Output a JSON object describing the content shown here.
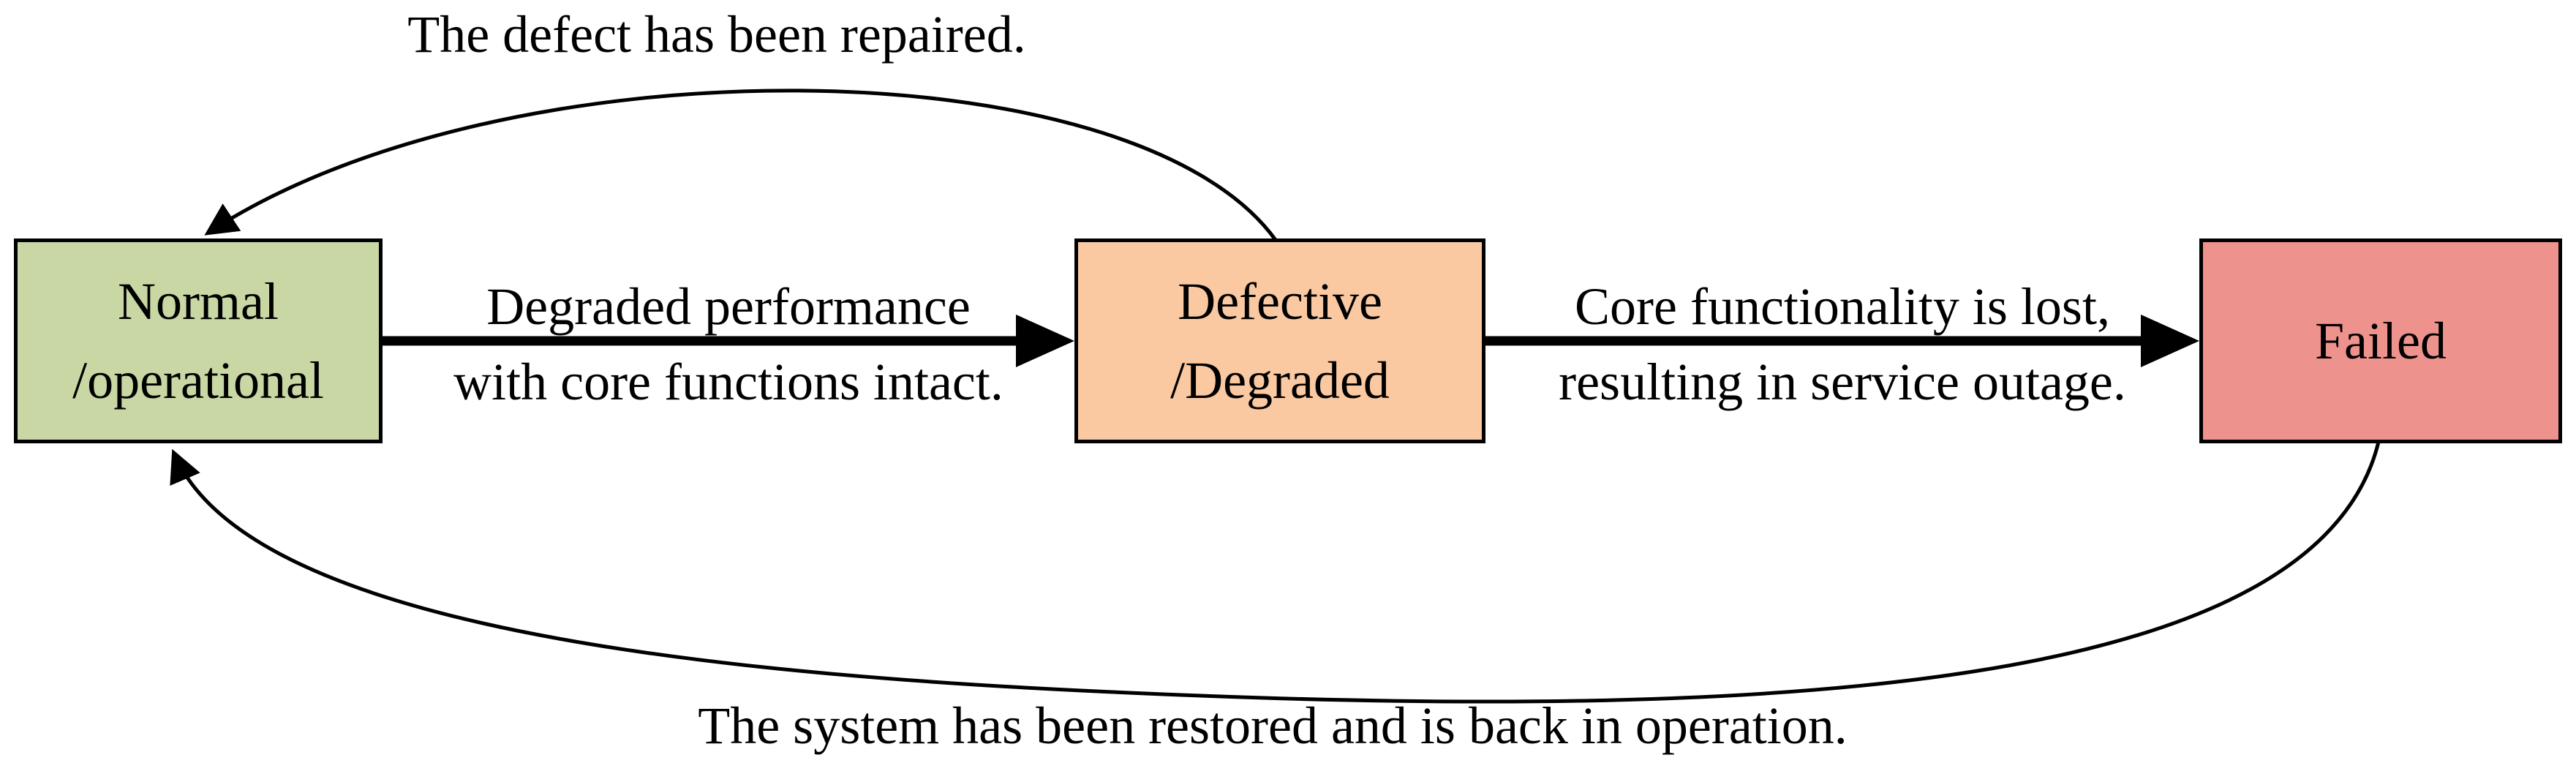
{
  "diagram": {
    "states": {
      "normal": {
        "line1": "Normal",
        "line2": "/operational",
        "fill": "#c8d7a3"
      },
      "defective": {
        "line1": "Defective",
        "line2": "/Degraded",
        "fill": "#fac8a1"
      },
      "failed": {
        "line1": "Failed",
        "fill": "#ee928e"
      }
    },
    "transitions": {
      "normal_to_defective": {
        "line1": "Degraded performance",
        "line2": "with core functions intact."
      },
      "defective_to_failed": {
        "line1": "Core functionality is lost,",
        "line2": "resulting in service outage."
      },
      "defective_to_normal": {
        "label": "The defect has been repaired."
      },
      "failed_to_normal": {
        "label": "The system has been restored and is back in operation."
      }
    },
    "colors": {
      "background": "#ffffff",
      "border": "#000000",
      "arrow": "#000000",
      "text": "#000000"
    }
  }
}
